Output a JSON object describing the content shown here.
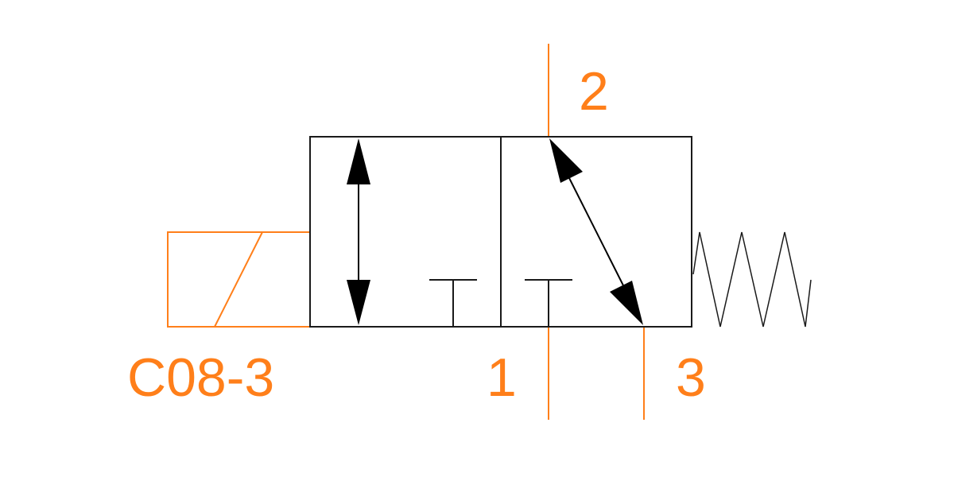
{
  "diagram": {
    "model_label": "C08-3",
    "ports": {
      "port_1": "1",
      "port_2": "2",
      "port_3": "3"
    }
  },
  "colors": {
    "line": "#1a1a1a",
    "accent": "#ff7f1a"
  }
}
